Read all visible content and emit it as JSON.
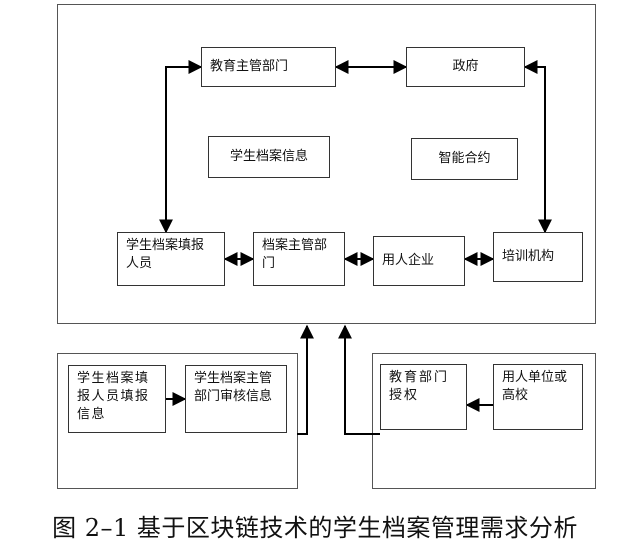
{
  "diagram": {
    "nodes": {
      "edu_dept": "教育主管部门",
      "government": "政府",
      "student_archive_info": "学生档案信息",
      "smart_contract": "智能合约",
      "archive_filler": "学生档案填报人员",
      "archive_dept": "档案主管部门",
      "employer": "用人企业",
      "training_org": "培训机构",
      "filler_info": "学生档案填报人员填报信息",
      "archive_review_info": "学生档案主管部门审核信息",
      "edu_auth": "教育部门授权",
      "employer_or_school": "用人单位或高校"
    },
    "caption": "图 2–1 基于区块链技术的学生档案管理需求分析"
  }
}
